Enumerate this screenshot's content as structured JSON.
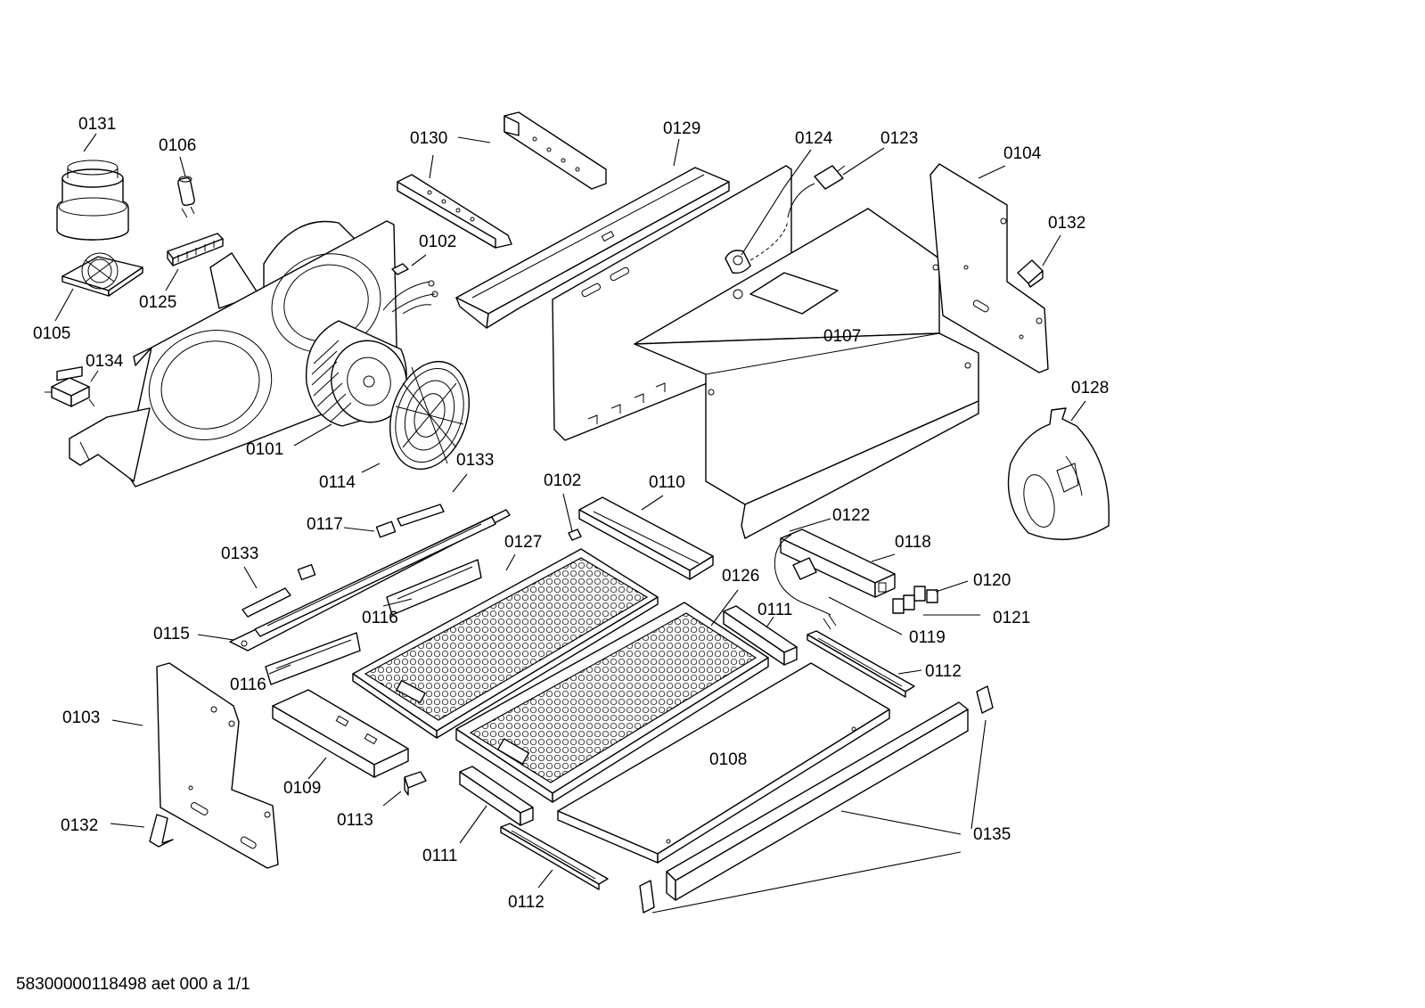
{
  "drawing": {
    "footer": "58300000118498 aet 000 a 1/1",
    "labels": {
      "l0131": "0131",
      "l0106": "0106",
      "l0130": "0130",
      "l0129": "0129",
      "l0124": "0124",
      "l0123": "0123",
      "l0104": "0104",
      "l0132a": "0132",
      "l0102a": "0102",
      "l0125": "0125",
      "l0105": "0105",
      "l0107": "0107",
      "l0134": "0134",
      "l0128": "0128",
      "l0101": "0101",
      "l0114": "0114",
      "l0133a": "0133",
      "l0102b": "0102",
      "l0110": "0110",
      "l0122": "0122",
      "l0117": "0117",
      "l0127": "0127",
      "l0118": "0118",
      "l0133b": "0133",
      "l0126": "0126",
      "l0120": "0120",
      "l0116a": "0116",
      "l0111a": "0111",
      "l0121": "0121",
      "l0115": "0115",
      "l0119": "0119",
      "l0112a": "0112",
      "l0116b": "0116",
      "l0103": "0103",
      "l0108": "0108",
      "l0109": "0109",
      "l0113": "0113",
      "l0132b": "0132",
      "l0135": "0135",
      "l0111b": "0111",
      "l0112b": "0112"
    }
  }
}
